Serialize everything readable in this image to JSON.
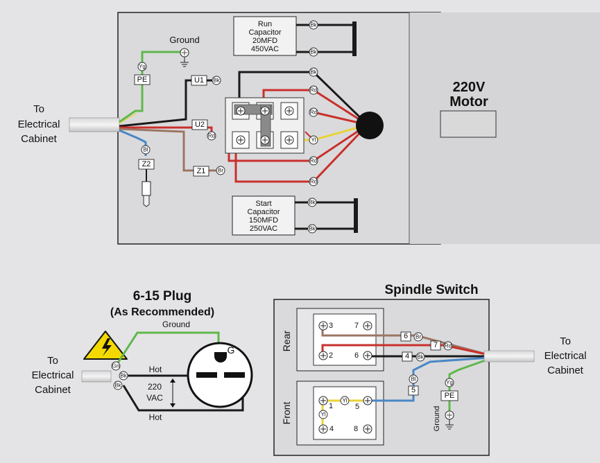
{
  "motor_diagram": {
    "title": "220V Motor",
    "title_line1": "220V",
    "title_line2": "Motor",
    "source_label": [
      "To",
      "Electrical",
      "Cabinet"
    ],
    "ground_label": "Ground",
    "run_capacitor": [
      "Run",
      "Capacitor",
      "20MFD",
      "450VAC"
    ],
    "start_capacitor": [
      "Start",
      "Capacitor",
      "150MFD",
      "250VAC"
    ],
    "tags": [
      "PE",
      "U1",
      "U2",
      "Z1",
      "Z2"
    ],
    "terminal_codes": {
      "yellow_green": "Yg",
      "black": "Bk",
      "red": "Rd",
      "blue": "Bl",
      "brown": "Br",
      "yellow": "Yl"
    }
  },
  "plug_diagram": {
    "title": "6-15 Plug",
    "subtitle": "(As Recommended)",
    "source_label": [
      "To",
      "Electrical",
      "Cabinet"
    ],
    "ground_label": "Ground",
    "hot_top": "Hot",
    "hot_bottom": "Hot",
    "voltage": [
      "220",
      "VAC"
    ],
    "ground_pin": "G"
  },
  "spindle_switch": {
    "title": "Spindle Switch",
    "rear_label": "Rear",
    "front_label": "Front",
    "ground_label": "Ground",
    "dest_label": [
      "To",
      "Electrical",
      "Cabinet"
    ],
    "rear_terminals": [
      "3",
      "7",
      "2",
      "6"
    ],
    "front_terminals": [
      "1",
      "5",
      "4",
      "8"
    ],
    "wire_tags": [
      "6",
      "7",
      "4",
      "5"
    ],
    "pe_tag": "PE"
  },
  "colors": {
    "black": "#1a1a1a",
    "red": "#c9302c",
    "brown": "#9c7563",
    "blue": "#4a86c5",
    "green": "#5fb84a",
    "yellow": "#e8d33a",
    "panel_fill": "#dcdcde",
    "warning_yellow": "#f3d900"
  }
}
